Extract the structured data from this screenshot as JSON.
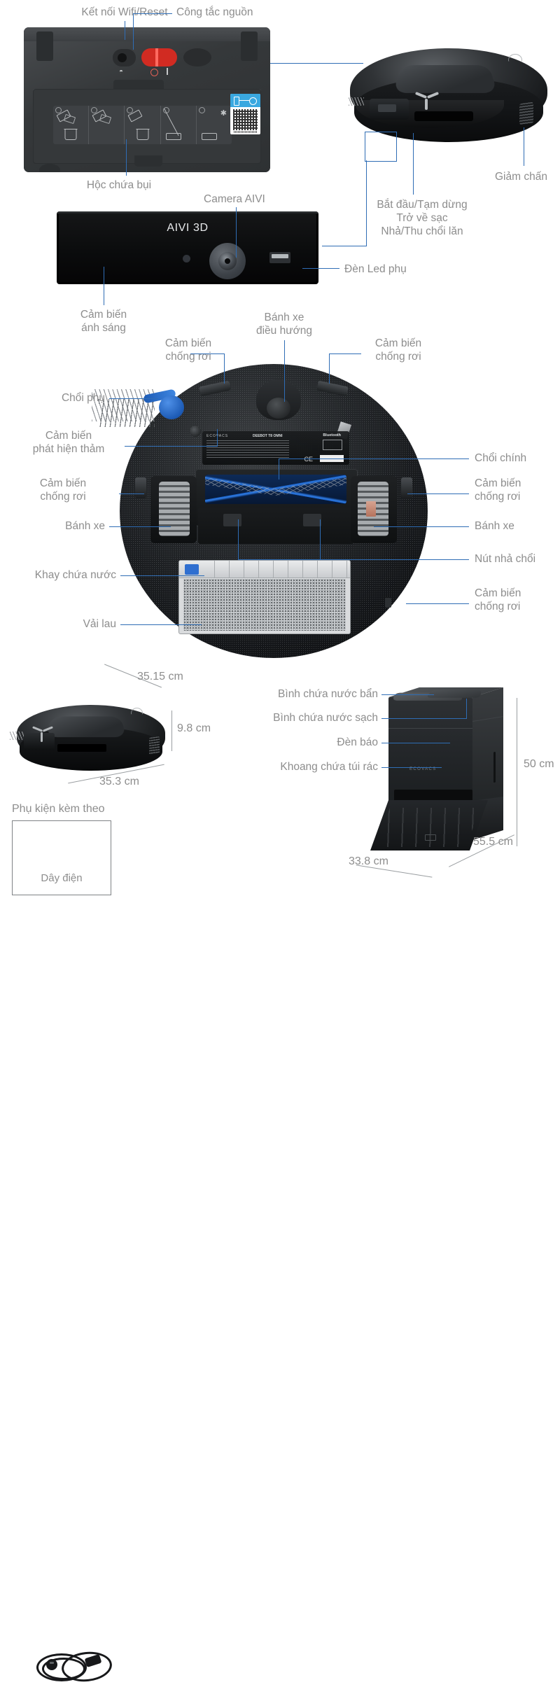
{
  "product": {
    "front_panel_text": "AIVI 3D",
    "underside_label": {
      "brand": "ECOVACS",
      "model": "DEEBOT T8 OMNI",
      "wireless": "Bluetooth",
      "cert": "CE"
    },
    "dock_brand": "ECOVACS"
  },
  "top_panel_labels": {
    "wifi_reset": "Kết nối Wifi/Reset",
    "power_switch": "Công tắc nguồn",
    "dust_bin": "Hộc chứa bụi"
  },
  "robot_top_labels": {
    "buttons": "Bắt đầu/Tạm dừng\nTrở về sạc\nNhả/Thu chổi lăn",
    "bumper": "Giảm chấn"
  },
  "front_panel_labels": {
    "camera": "Camera AIVI",
    "led_aux": "Đèn Led phụ",
    "light_sensor": "Cảm biến\nánh sáng"
  },
  "underside_labels": {
    "caster_wheel": "Bánh xe\nđiều hướng",
    "cliff_sensor_top_left": "Cảm biến\nchống rơi",
    "cliff_sensor_top_right": "Cảm biến\nchống rơi",
    "side_brush": "Chổi phụ",
    "carpet_sensor": "Cảm biến\nphát hiện thảm",
    "cliff_sensor_left": "Cảm biến\nchống rơi",
    "wheel_left": "Bánh xe",
    "water_tray": "Khay chứa nước",
    "mop_cloth": "Vải lau",
    "main_brush": "Chổi chính",
    "cliff_sensor_right": "Cảm biến\nchống rơi",
    "wheel_right": "Bánh xe",
    "brush_release": "Nút nhả chổi",
    "cliff_sensor_bottom_right": "Cảm biến\nchống rơi"
  },
  "robot_dimensions": {
    "depth": "35.15 cm",
    "height": "9.8 cm",
    "width": "35.3 cm"
  },
  "accessories": {
    "title": "Phụ kiện kèm theo",
    "items": [
      {
        "name": "Dây điện"
      }
    ]
  },
  "dock_labels": {
    "dirty_water_tank": "Bình chứa nước bẩn",
    "clean_water_tank": "Bình chứa nước sạch",
    "indicator_light": "Đèn báo",
    "dust_bag_compartment": "Khoang chứa túi rác"
  },
  "dock_dimensions": {
    "height": "50 cm",
    "width": "33.8 cm",
    "depth": "55.5 cm"
  },
  "colors": {
    "leader_line": "#2f6db5",
    "label_text": "#8d8d8d",
    "dimension_text": "#8d8d8d",
    "accent_blue": "#2f6fd0",
    "power_red": "#d12b22"
  }
}
